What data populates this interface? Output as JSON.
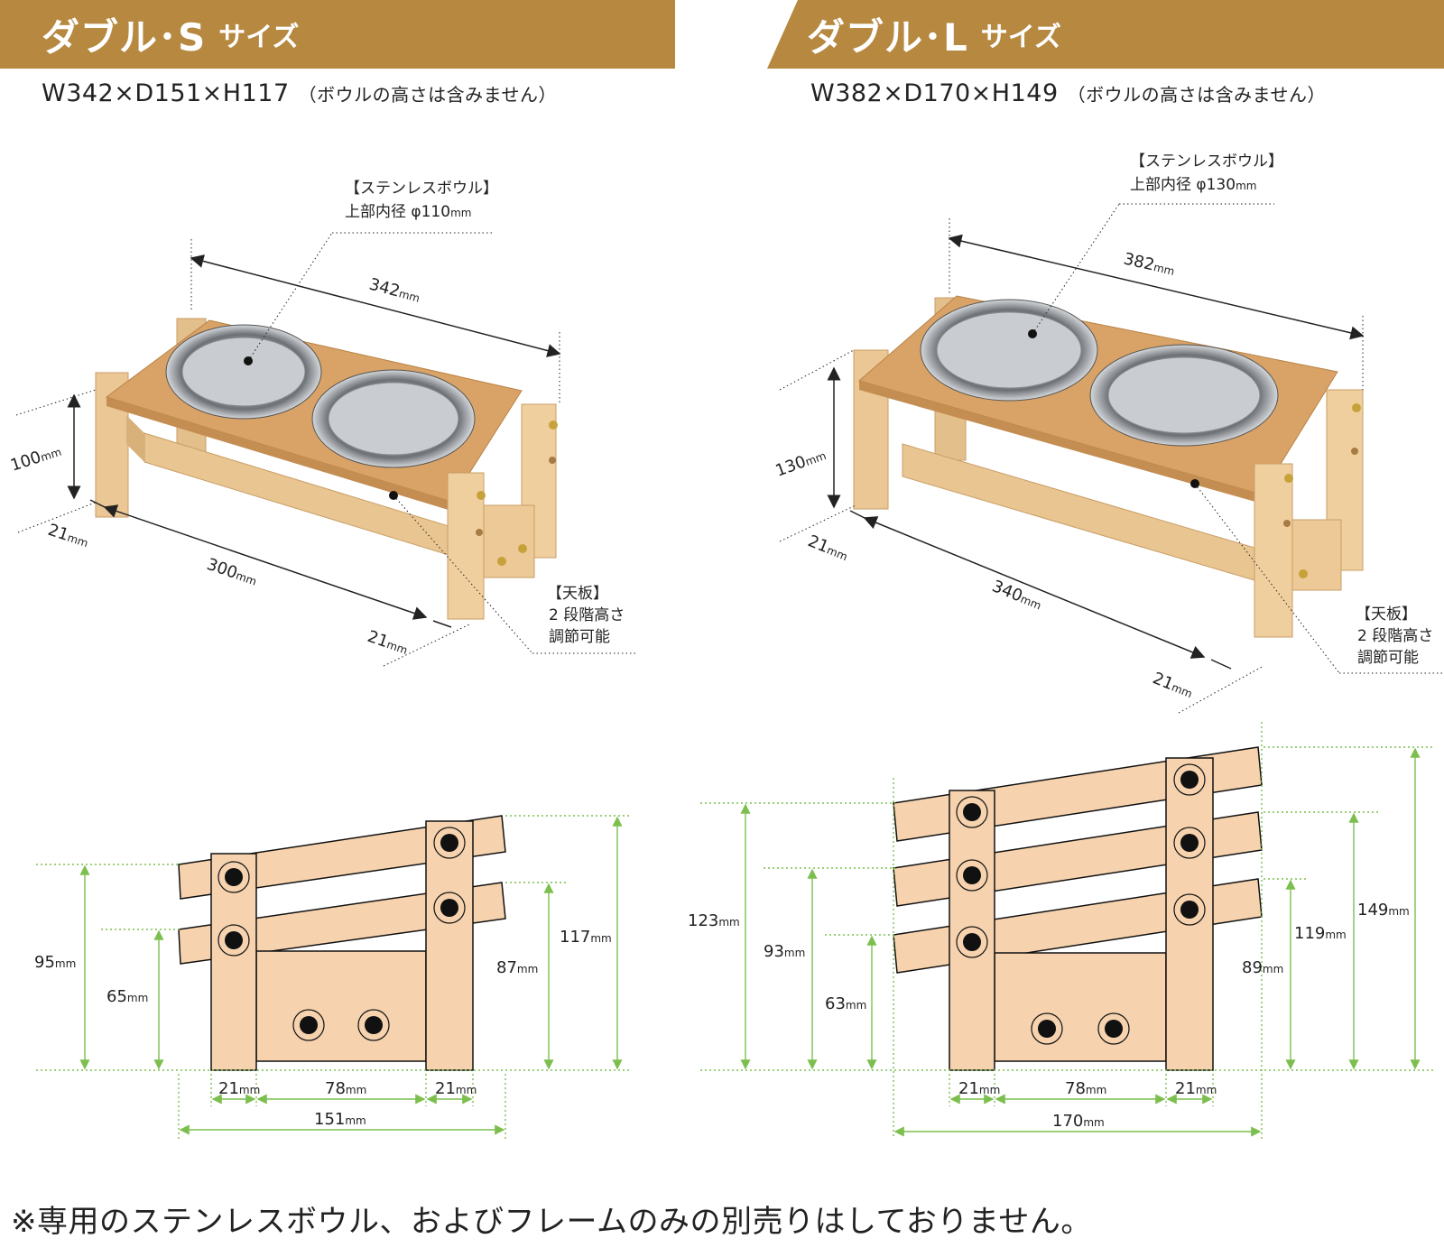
{
  "sizes": [
    {
      "title_main": "ダブル･S",
      "title_sub": "サイズ",
      "dimensions": "W342×D151×H117",
      "dimensions_note": "（ボウルの高さは含みません）",
      "bowl_label": "【ステンレスボウル】",
      "bowl_diameter": "上部内径 φ110",
      "top_label": "【天板】",
      "top_line1": "2 段階高さ",
      "top_line2": "調節可能",
      "dim_width": "342",
      "dim_height": "100",
      "dim_inner": "300",
      "dim_leg_left": "21",
      "dim_leg_right": "21",
      "side_left_outer": "95",
      "side_left_inner": "65",
      "side_right_outer": "117",
      "side_right_inner": "87",
      "bottom_leg_left": "21",
      "bottom_middle": "78",
      "bottom_leg_right": "21",
      "bottom_total": "151"
    },
    {
      "title_main": "ダブル･L",
      "title_sub": "サイズ",
      "dimensions": "W382×D170×H149",
      "dimensions_note": "（ボウルの高さは含みません）",
      "bowl_label": "【ステンレスボウル】",
      "bowl_diameter": "上部内径 φ130",
      "top_label": "【天板】",
      "top_line1": "2 段階高さ",
      "top_line2": "調節可能",
      "dim_width": "382",
      "dim_height": "130",
      "dim_inner": "340",
      "dim_leg_left": "21",
      "dim_leg_right": "21",
      "side_left_outer": "123",
      "side_left_mid": "93",
      "side_left_inner": "63",
      "side_right_outer": "149",
      "side_right_mid": "119",
      "side_right_inner": "89",
      "bottom_leg_left": "21",
      "bottom_middle": "78",
      "bottom_leg_right": "21",
      "bottom_total": "170"
    }
  ],
  "unit": "mm",
  "footnote": "※専用のステンレスボウル、およびフレームのみの別売りはしておりません。",
  "colors": {
    "header": "#b68840",
    "wood_light": "#f4cfa4",
    "wood_mid": "#dcb27c",
    "wood_top": "#d9a266",
    "green_dim": "#7cbf4f",
    "steel": "#b9bcc0"
  }
}
